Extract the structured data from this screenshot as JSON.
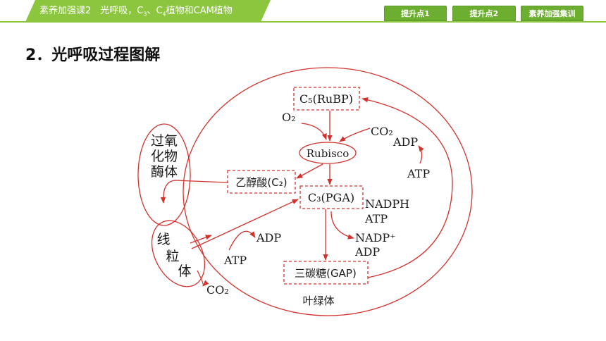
{
  "header": {
    "title_pre": "素养加强课2　光呼吸，C",
    "title_sub1": "3",
    "title_mid": "、C",
    "title_sub2": "4",
    "title_post": "植物和CAM植物",
    "nav": [
      "提升点1",
      "提升点2",
      "素养加强集训"
    ]
  },
  "section_heading": "2．光呼吸过程图解",
  "diagram": {
    "c5": "C₅(RuBP)",
    "o2": "O₂",
    "co2_top": "CO₂",
    "adp_top": "ADP",
    "atp_top": "ATP",
    "rubisco": "Rubisco",
    "glycolate": "乙醇酸(C₂)",
    "c3": "C₃(PGA)",
    "nadph": "NADPH",
    "atp_right": "ATP",
    "nadp": "NADP⁺",
    "adp_right": "ADP",
    "gap": "三碳糖(GAP)",
    "peroxisome": [
      "过氧",
      "化物",
      "酶体"
    ],
    "mitochondria": [
      "线",
      "粒",
      "体"
    ],
    "adp_mid": "ADP",
    "atp_mid": "ATP",
    "co2_bottom": "CO₂",
    "chloroplast": "叶绿体"
  }
}
